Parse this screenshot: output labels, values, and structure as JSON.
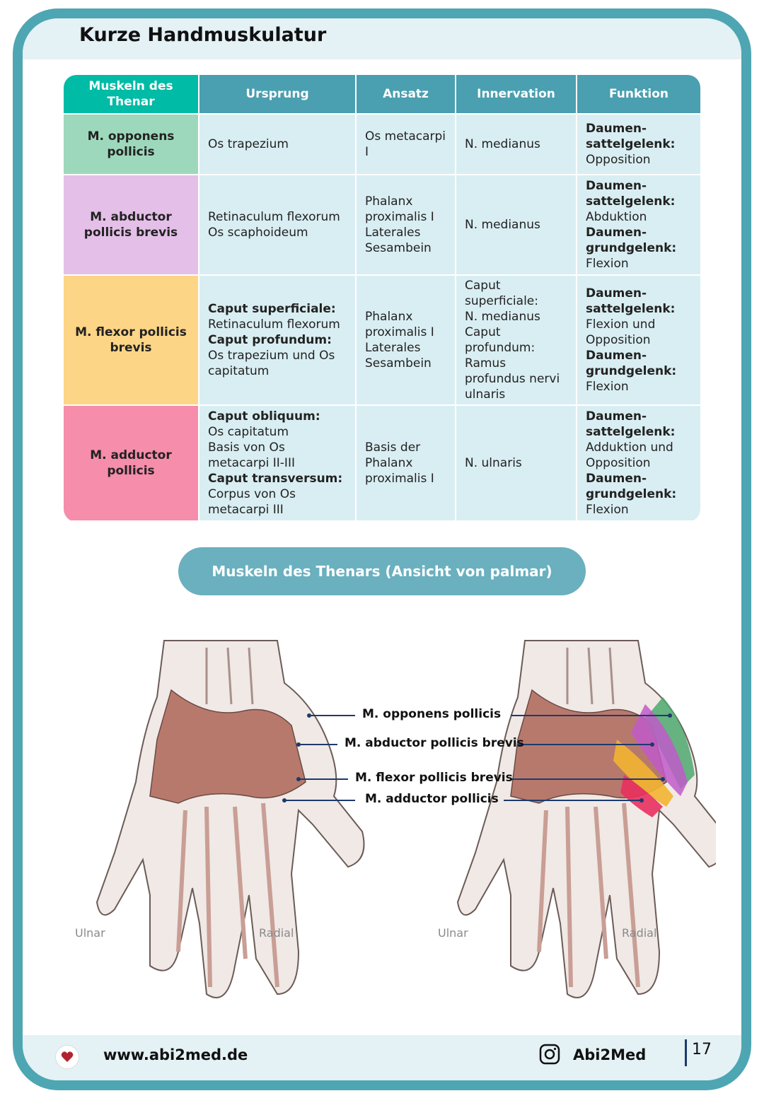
{
  "title": "Kurze Handmuskulatur",
  "table": {
    "headers": [
      "Muskeln des Thenar",
      "Ursprung",
      "Ansatz",
      "Innervation",
      "Funktion"
    ],
    "rows": [
      {
        "muscle": "M. opponens pollicis",
        "color": "#9ed8bc",
        "origin": [
          {
            "bold": false,
            "text": "Os trapezium"
          }
        ],
        "insertion": [
          "Os metacarpi I"
        ],
        "innervation": [
          "N. medianus"
        ],
        "function": [
          {
            "bold": true,
            "text": "Daumen-sattelgelenk:"
          },
          {
            "bold": false,
            "text": "Opposition"
          }
        ]
      },
      {
        "muscle": "M. abductor pollicis brevis",
        "color": "#e4bfe8",
        "origin": [
          {
            "bold": false,
            "text": "Retinaculum flexorum"
          },
          {
            "bold": false,
            "text": "Os scaphoideum"
          }
        ],
        "insertion": [
          "Phalanx proximalis I",
          "Laterales Sesambein"
        ],
        "innervation": [
          "N. medianus"
        ],
        "function": [
          {
            "bold": true,
            "text": "Daumen-sattelgelenk:"
          },
          {
            "bold": false,
            "text": "Abduktion"
          },
          {
            "bold": true,
            "text": "Daumen-grundgelenk:"
          },
          {
            "bold": false,
            "text": "Flexion"
          }
        ]
      },
      {
        "muscle": "M. flexor pollicis brevis",
        "color": "#fdd586",
        "origin": [
          {
            "bold": true,
            "text": "Caput superficiale:"
          },
          {
            "bold": false,
            "text": "Retinaculum flexorum"
          },
          {
            "bold": true,
            "text": "Caput profundum:"
          },
          {
            "bold": false,
            "text": "Os trapezium und Os capitatum"
          }
        ],
        "insertion": [
          "Phalanx proximalis I",
          "Laterales Sesambein"
        ],
        "innervation": [
          "Caput superficiale:",
          "N. medianus",
          "Caput profundum:",
          "Ramus profundus nervi ulnaris"
        ],
        "function": [
          {
            "bold": true,
            "text": "Daumen-sattelgelenk:"
          },
          {
            "bold": false,
            "text": "Flexion und Opposition"
          },
          {
            "bold": true,
            "text": "Daumen-grundgelenk:"
          },
          {
            "bold": false,
            "text": "Flexion"
          }
        ]
      },
      {
        "muscle": "M. adductor pollicis",
        "color": "#f58dab",
        "origin": [
          {
            "bold": true,
            "text": "Caput obliquum:"
          },
          {
            "bold": false,
            "text": "Os capitatum"
          },
          {
            "bold": false,
            "text": "Basis von Os metacarpi II-III"
          },
          {
            "bold": true,
            "text": "Caput transversum:"
          },
          {
            "bold": false,
            "text": "Corpus von Os metacarpi III"
          }
        ],
        "insertion": [
          "Basis der Phalanx proximalis I"
        ],
        "innervation": [
          "N. ulnaris"
        ],
        "function": [
          {
            "bold": true,
            "text": "Daumen-sattelgelenk:"
          },
          {
            "bold": false,
            "text": "Adduktion und Opposition"
          },
          {
            "bold": true,
            "text": "Daumen-grundgelenk:"
          },
          {
            "bold": false,
            "text": "Flexion"
          }
        ]
      }
    ]
  },
  "figure": {
    "caption": "Muskeln des Thenars (Ansicht von palmar)",
    "labels": [
      "M. opponens pollicis",
      "M. abductor pollicis brevis",
      "M. flexor pollicis brevis",
      "M. adductor pollicis"
    ],
    "label_colors": [
      "#4ea86e",
      "#c05bc9",
      "#f2b431",
      "#e8305e"
    ],
    "side_left": "Ulnar",
    "side_right": "Radial"
  },
  "footer": {
    "url": "www.abi2med.de",
    "handle": "Abi2Med",
    "page": "17"
  }
}
